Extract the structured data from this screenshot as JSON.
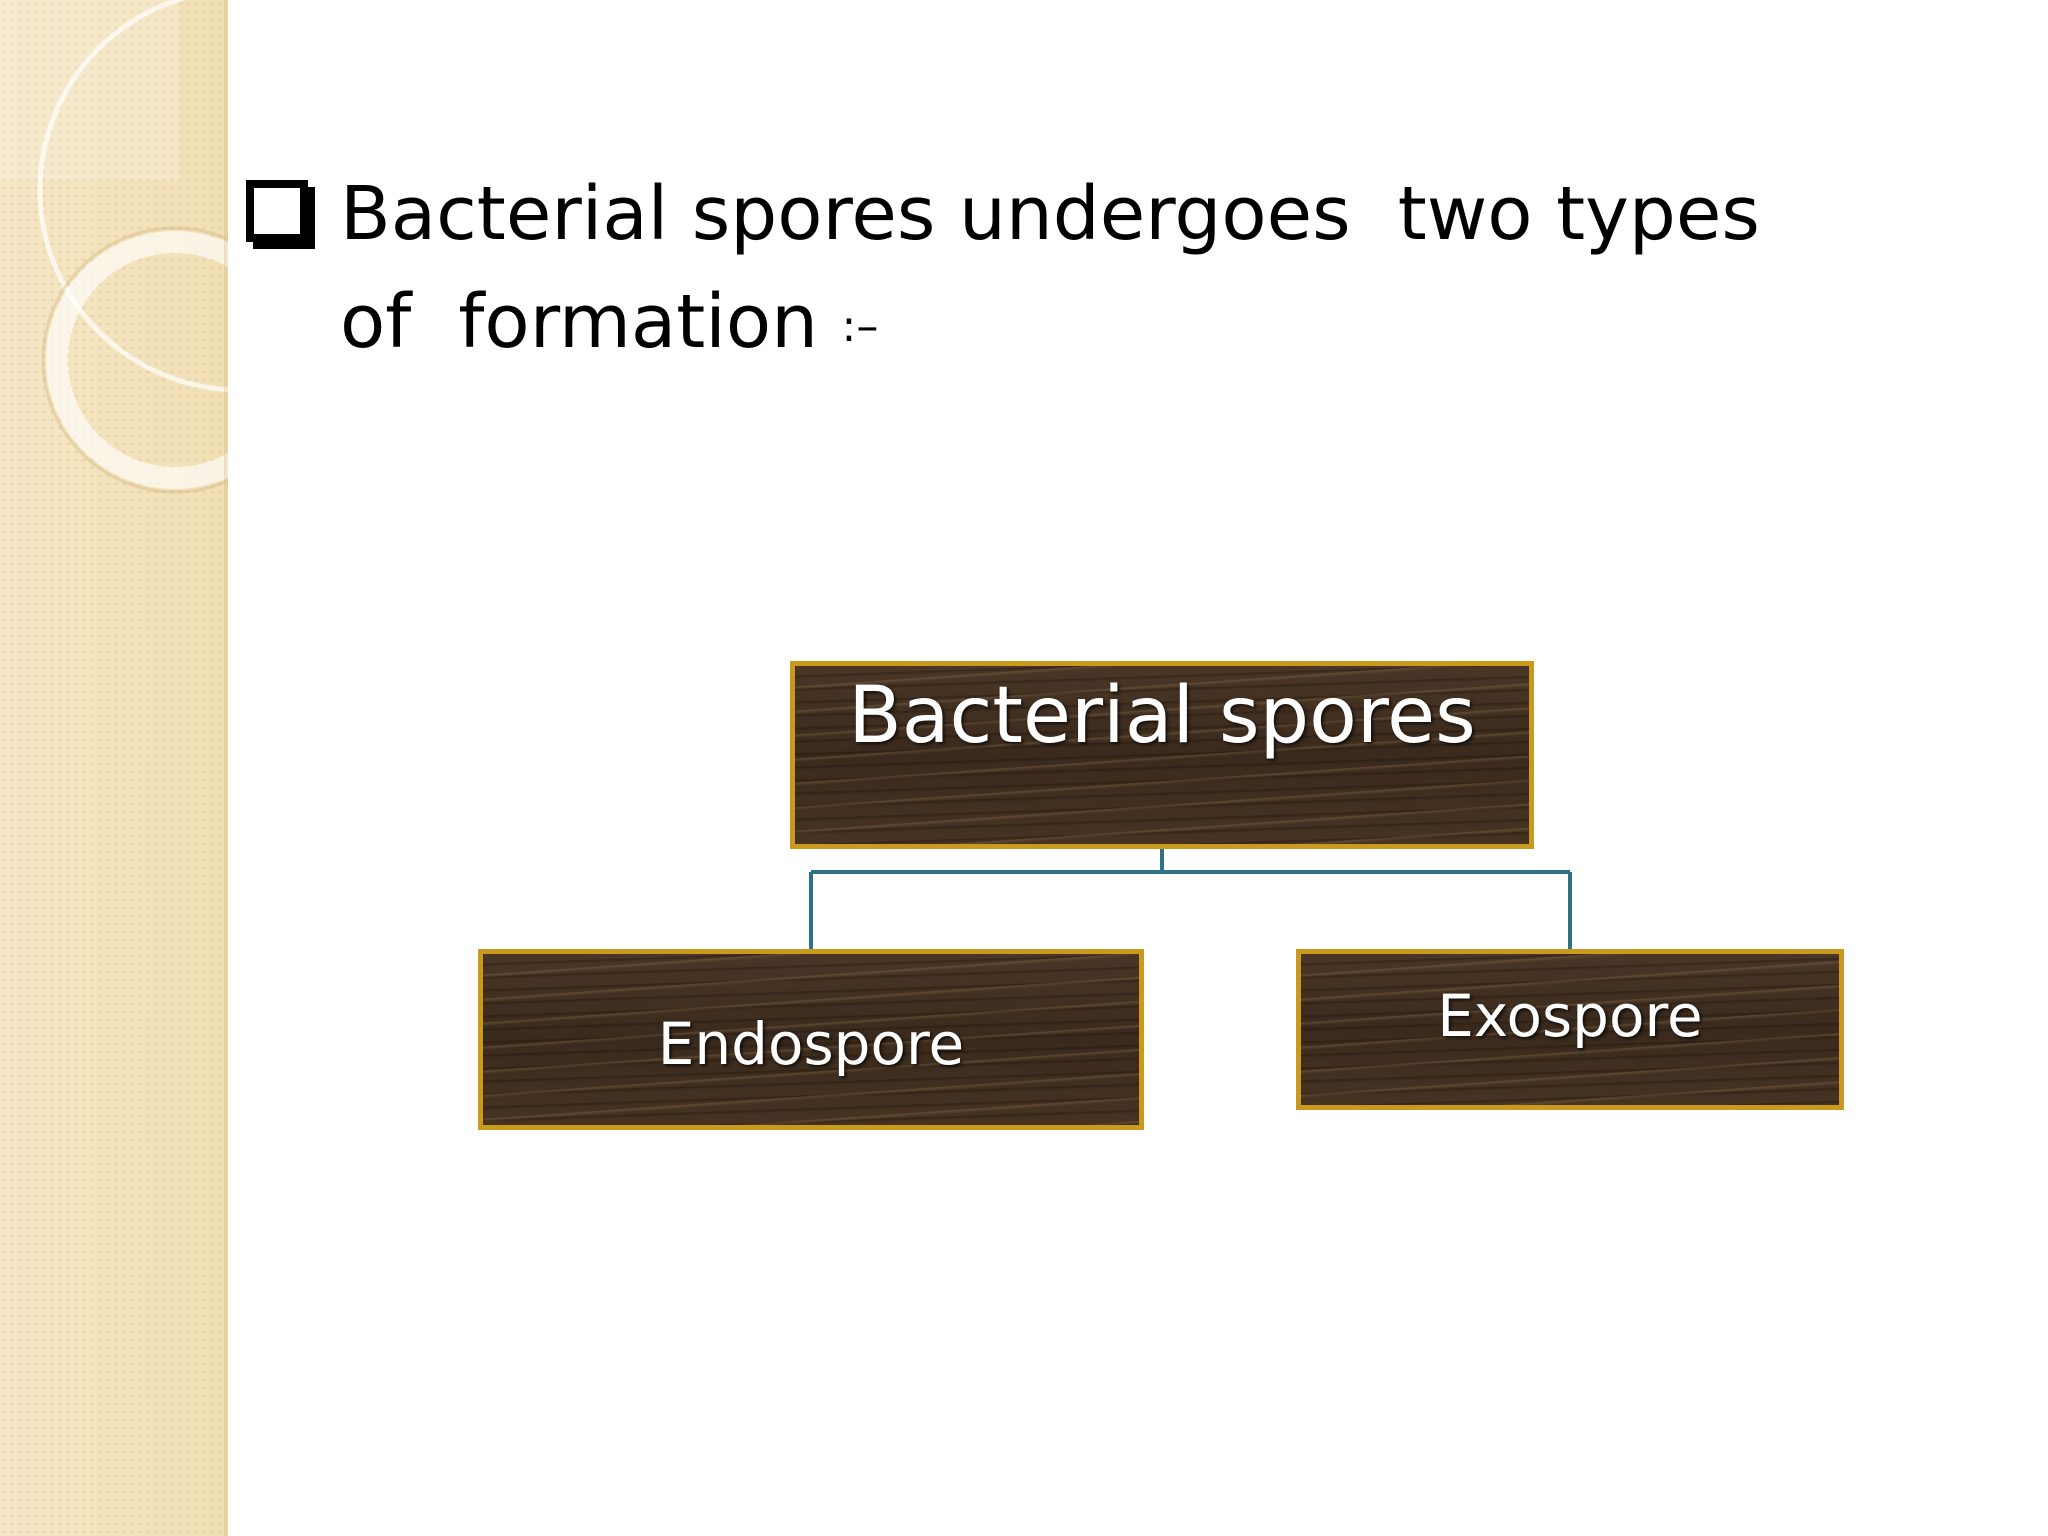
{
  "slide": {
    "heading_line1": "Bacterial spores undergoes  two types",
    "heading_line2": "of  formation ",
    "heading_separator": ":–"
  },
  "diagram": {
    "root": {
      "label": "Bacterial spores"
    },
    "children": [
      {
        "label": "Endospore"
      },
      {
        "label": "Exospore"
      }
    ],
    "connector_color": "#2e7384",
    "node_border_color": "#c99a1e",
    "node_fill_color": "#3e2d20"
  }
}
